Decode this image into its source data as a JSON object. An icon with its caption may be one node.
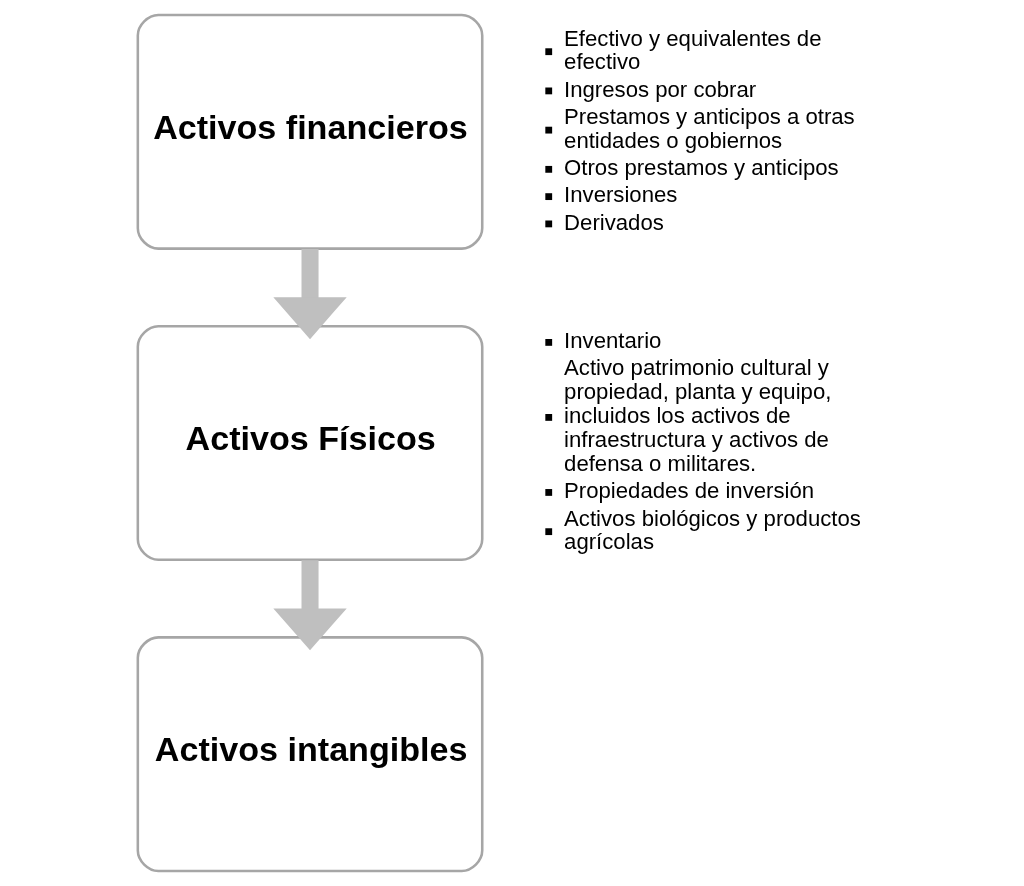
{
  "diagram": {
    "nodes": [
      {
        "text": [
          "Activos financieros"
        ],
        "beside": [
          "Efectivo y equivalentes de efectivo",
          "Ingresos por cobrar",
          "Prestamos y anticipos a otras entidades o gobiernos",
          "Otros prestamos y anticipos",
          "Inversiones",
          "Derivados"
        ]
      },
      {
        "text": [
          "Activos Físicos"
        ],
        "beside": [
          "Inventario",
          "Activo patrimonio cultural y propiedad, planta y equipo, incluidos los activos de infraestructura y activos de defensa o militares.",
          "Propiedades de inversión",
          "Activos biológicos y productos agrícolas"
        ]
      },
      {
        "text": [
          "Activos intangibles"
        ]
      }
    ],
    "edges": [
      {
        "from": 0,
        "to": 1,
        "arrow": "to"
      },
      {
        "from": 1,
        "to": 2,
        "arrow": "to"
      }
    ]
  }
}
